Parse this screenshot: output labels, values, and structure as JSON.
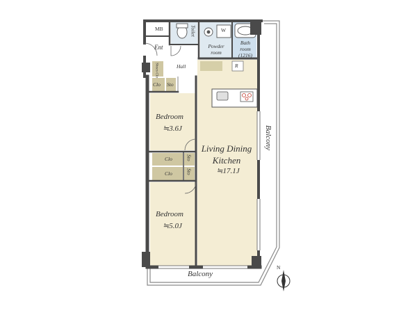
{
  "floorplan": {
    "rooms": {
      "mb": "MB",
      "ent": "Ent",
      "toilet": "Toilet",
      "w": "W",
      "powder_room": [
        "Powder",
        "room"
      ],
      "bath": [
        "Bath",
        "room",
        "(1216)"
      ],
      "hall": "Hall",
      "shoes_clo": "Shoes Clo",
      "r": "R",
      "clo": "Clo",
      "sto": "Sto",
      "bedroom1": {
        "name": "Bedroom",
        "size": "≒3.6J"
      },
      "bedroom2": {
        "name": "Bedroom",
        "size": "≒5.0J"
      },
      "ldk": {
        "name": [
          "Living Dining",
          "Kitchen"
        ],
        "size": "≒17.1J"
      },
      "balcony_east": "Balcony",
      "balcony_south": "Balcony"
    },
    "compass": "N",
    "colors": {
      "wall": "#4a4a4a",
      "floor_wood": "#f4edd4",
      "floor_tile": "#d9e8f2",
      "closet": "#cfc7a2",
      "balcony_line": "#888888"
    }
  }
}
